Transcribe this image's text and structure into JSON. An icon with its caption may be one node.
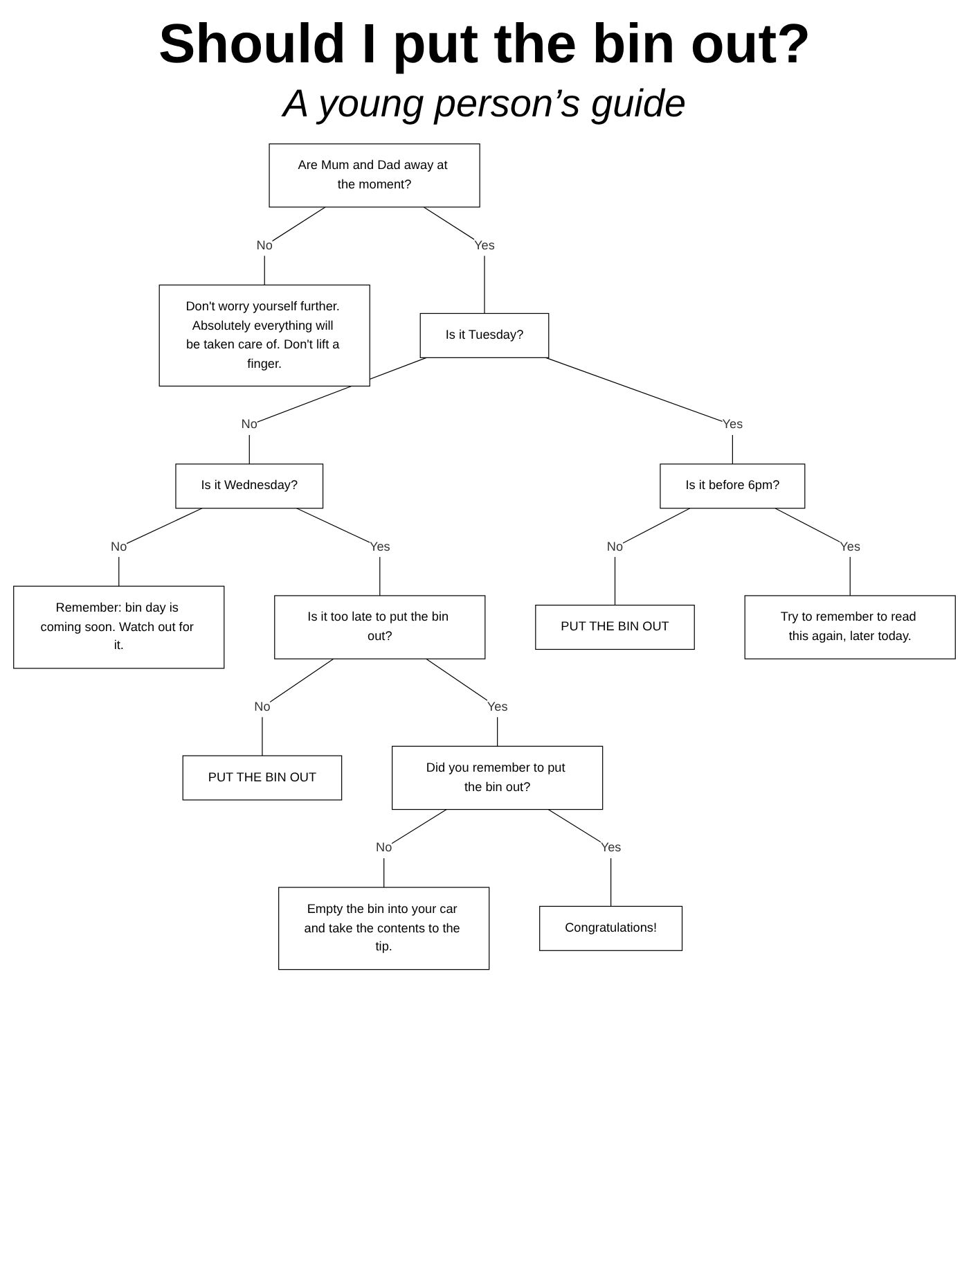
{
  "diagram": {
    "title": "Should I put the bin out?",
    "nodes": [
      {
        "text": [
          "Are Mum and Dad away at the moment?"
        ]
      },
      {
        "text": [
          "Don't worry yourself further. Absolutely everything will be taken care of. Don't lift a finger."
        ]
      },
      {
        "text": [
          "Is it Tuesday?"
        ]
      },
      {
        "text": [
          "Is it Wednesday?"
        ]
      },
      {
        "text": [
          "Is it before 6pm?"
        ]
      },
      {
        "text": [
          "Remember: bin day is coming soon. Watch out for it."
        ]
      },
      {
        "text": [
          "Is it too late to put the bin out?"
        ]
      },
      {
        "text": [
          "PUT THE BIN OUT"
        ]
      },
      {
        "text": [
          "Try to remember to read this again, later today."
        ]
      },
      {
        "text": [
          "PUT THE BIN OUT"
        ]
      },
      {
        "text": [
          "Did you remember to put the bin out?"
        ]
      },
      {
        "text": [
          "Empty the bin into your car and take the contents to the tip."
        ]
      },
      {
        "text": [
          "Congratulations!"
        ]
      }
    ],
    "edges": [
      {
        "from": 0,
        "to": 1,
        "arrow": "none",
        "label": "No"
      },
      {
        "from": 0,
        "to": 2,
        "arrow": "none",
        "label": "Yes"
      },
      {
        "from": 2,
        "to": 3,
        "arrow": "none",
        "label": "No"
      },
      {
        "from": 2,
        "to": 4,
        "arrow": "none",
        "label": "Yes"
      },
      {
        "from": 3,
        "to": 5,
        "arrow": "none",
        "label": "No"
      },
      {
        "from": 3,
        "to": 6,
        "arrow": "none",
        "label": "Yes"
      },
      {
        "from": 4,
        "to": 7,
        "arrow": "none",
        "label": "No"
      },
      {
        "from": 4,
        "to": 8,
        "arrow": "none",
        "label": "Yes"
      },
      {
        "from": 6,
        "to": 9,
        "arrow": "none",
        "label": "No"
      },
      {
        "from": 6,
        "to": 10,
        "arrow": "none",
        "label": "Yes"
      },
      {
        "from": 10,
        "to": 11,
        "arrow": "none",
        "label": "No"
      },
      {
        "from": 10,
        "to": 12,
        "arrow": "none",
        "label": "Yes"
      }
    ],
    "labels": [
      "A young person’s guide"
    ]
  }
}
